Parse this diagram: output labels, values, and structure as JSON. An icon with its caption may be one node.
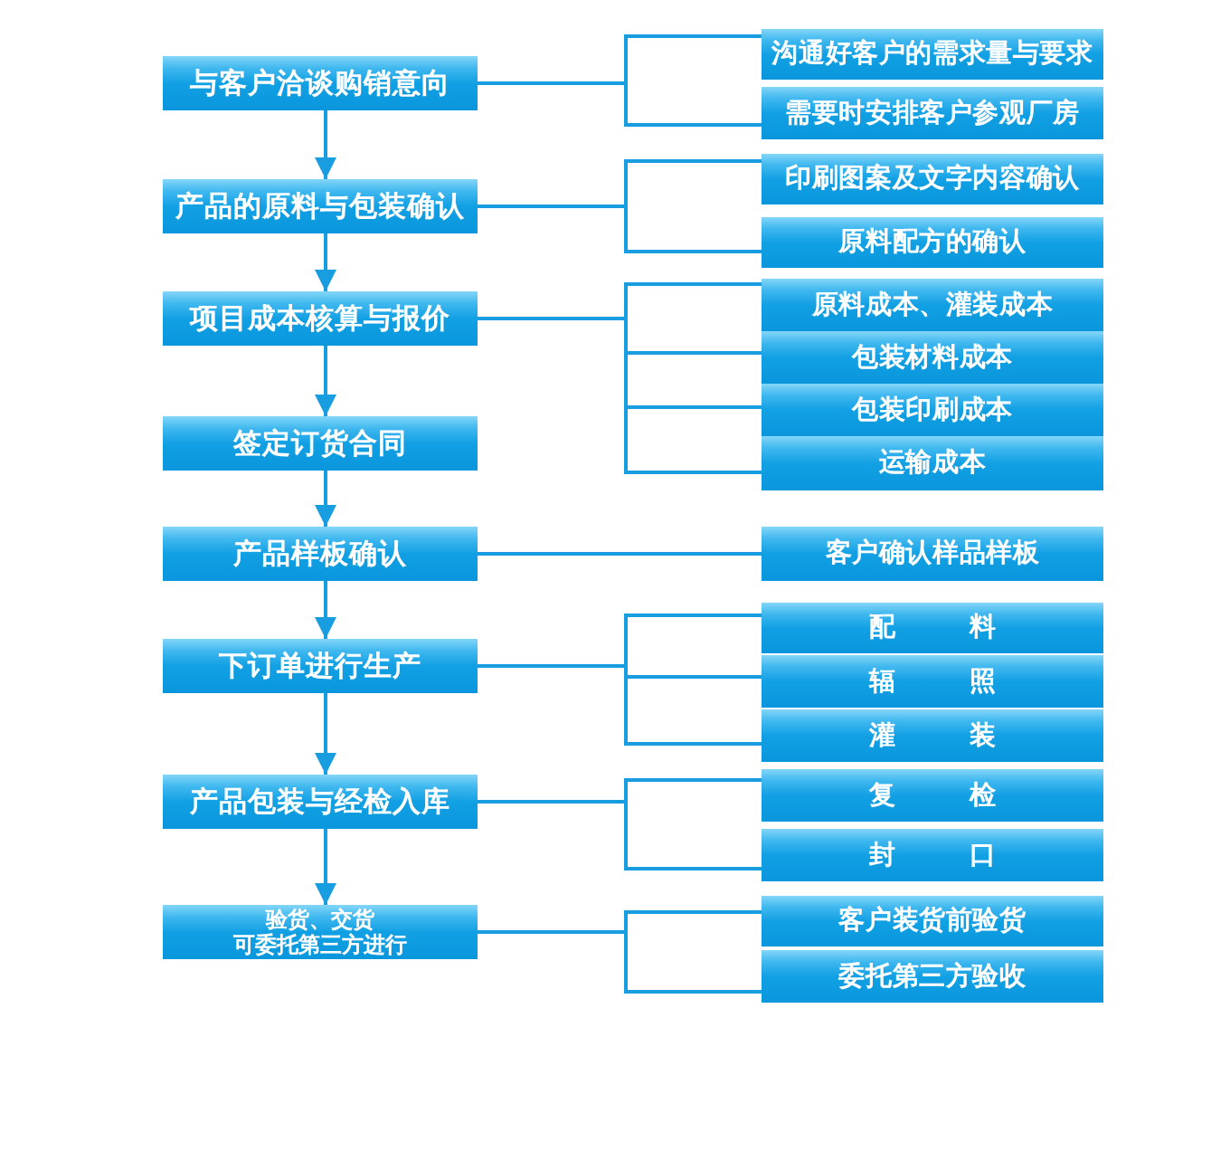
{
  "diagram": {
    "nodes": [
      {
        "text": [
          "与客户洽谈购销意向"
        ]
      },
      {
        "text": [
          "沟通好客户的需求量与要求"
        ]
      },
      {
        "text": [
          "需要时安排客户参观厂房"
        ]
      },
      {
        "text": [
          "产品的原料与包装确认"
        ]
      },
      {
        "text": [
          "印刷图案及文字内容确认"
        ]
      },
      {
        "text": [
          "原料配方的确认"
        ]
      },
      {
        "text": [
          "项目成本核算与报价"
        ]
      },
      {
        "text": [
          "原料成本、灌装成本"
        ]
      },
      {
        "text": [
          "包装材料成本"
        ]
      },
      {
        "text": [
          "包装印刷成本"
        ]
      },
      {
        "text": [
          "运输成本"
        ]
      },
      {
        "text": [
          "签定订货合同"
        ]
      },
      {
        "text": [
          "产品样板确认"
        ]
      },
      {
        "text": [
          "客户确认样品样板"
        ]
      },
      {
        "text": [
          "下订单进行生产"
        ]
      },
      {
        "text": [
          "配 料"
        ]
      },
      {
        "text": [
          "辐 照"
        ]
      },
      {
        "text": [
          "灌 装"
        ]
      },
      {
        "text": [
          "产品包装与经检入库"
        ]
      },
      {
        "text": [
          "复 检"
        ]
      },
      {
        "text": [
          "封 口"
        ]
      },
      {
        "text": [
          "验货、交货可委托第三方进行"
        ]
      },
      {
        "text": [
          "客户装货前验货"
        ]
      },
      {
        "text": [
          "委托第三方验收"
        ]
      }
    ],
    "edges": [
      {
        "from": 0,
        "to": 3,
        "arrow": "to"
      },
      {
        "from": 3,
        "to": 6,
        "arrow": "to"
      },
      {
        "from": 6,
        "to": 11,
        "arrow": "to"
      },
      {
        "from": 11,
        "to": 12,
        "arrow": "to"
      },
      {
        "from": 12,
        "to": 14,
        "arrow": "to"
      },
      {
        "from": 14,
        "to": 18,
        "arrow": "to"
      },
      {
        "from": 18,
        "to": 21,
        "arrow": "to"
      },
      {
        "from": 0,
        "to": 1,
        "arrow": "none"
      },
      {
        "from": 0,
        "to": 2,
        "arrow": "none"
      },
      {
        "from": 3,
        "to": 4,
        "arrow": "none"
      },
      {
        "from": 3,
        "to": 5,
        "arrow": "none"
      },
      {
        "from": 6,
        "to": 7,
        "arrow": "none"
      },
      {
        "from": 6,
        "to": 8,
        "arrow": "none"
      },
      {
        "from": 6,
        "to": 9,
        "arrow": "none"
      },
      {
        "from": 6,
        "to": 10,
        "arrow": "none"
      },
      {
        "from": 12,
        "to": 13,
        "arrow": "none"
      },
      {
        "from": 14,
        "to": 15,
        "arrow": "none"
      },
      {
        "from": 14,
        "to": 16,
        "arrow": "none"
      },
      {
        "from": 14,
        "to": 17,
        "arrow": "none"
      },
      {
        "from": 18,
        "to": 19,
        "arrow": "none"
      },
      {
        "from": 18,
        "to": 20,
        "arrow": "none"
      },
      {
        "from": 21,
        "to": 22,
        "arrow": "none"
      },
      {
        "from": 21,
        "to": 23,
        "arrow": "none"
      }
    ]
  }
}
